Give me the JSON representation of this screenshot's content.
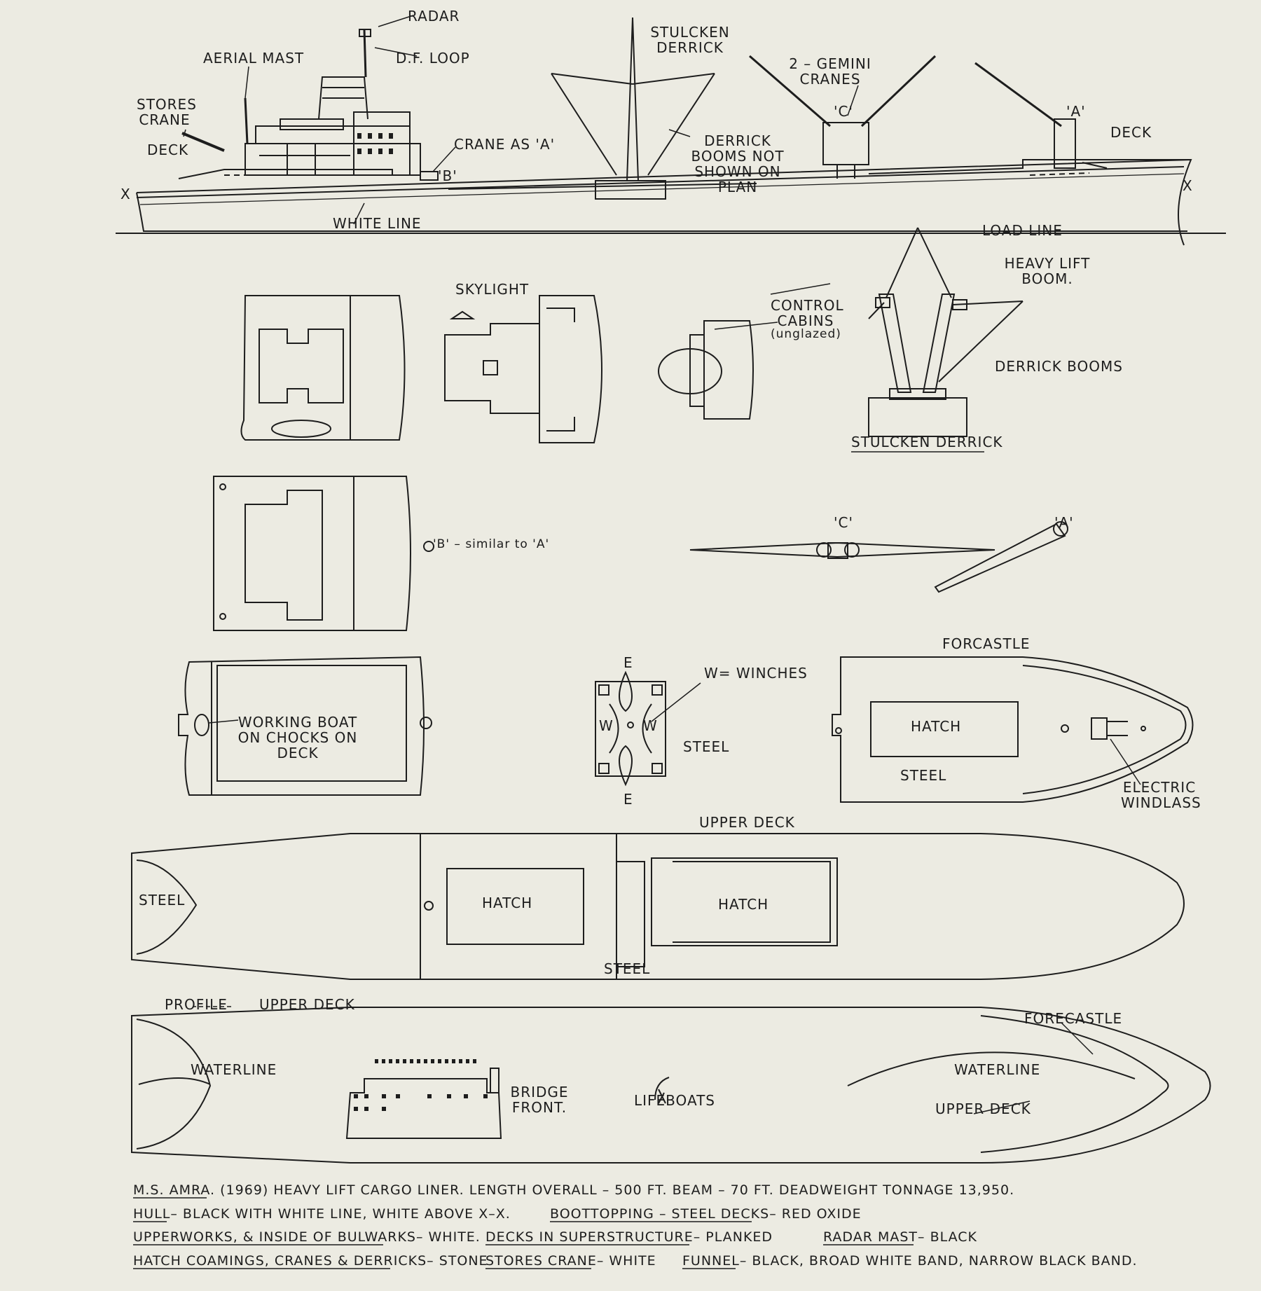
{
  "profile": {
    "radar": "RADAR",
    "df_loop": "D.F. LOOP",
    "aerial_mast": "AERIAL MAST",
    "stores_crane": "STORES CRANE",
    "deck_aft": "DECK",
    "crane_as_a": "CRANE AS 'A'",
    "b_marker": "'B'",
    "stulcken_derrick": "STULCKEN DERRICK",
    "derrick_booms_not_shown": "DERRICK BOOMS NOT SHOWN ON PLAN",
    "gemini_cranes": "2 – GEMINI CRANES",
    "c_marker": "'C'",
    "a_marker": "'A'",
    "deck_fwd": "DECK",
    "x_left": "X",
    "x_right": "X",
    "white_line": "WHITE LINE",
    "load_line": "LOAD LINE"
  },
  "details": {
    "skylight": "SKYLIGHT",
    "control_cabins": "CONTROL CABINS",
    "unglazed": "(unglazed)",
    "heavy_lift_boom": "HEAVY LIFT BOOM.",
    "derrick_booms": "DERRICK BOOMS",
    "stulcken_derrick_title": "STULCKEN DERRICK",
    "b_similar": "'B' – similar to 'A'",
    "c_label": "'C'",
    "a_label": "'A'",
    "working_boat": "WORKING BOAT ON CHOCKS ON DECK",
    "e_top": "E",
    "e_bottom": "E",
    "w_left": "W",
    "w_right": "W",
    "w_winches": "W= WINCHES",
    "steel_winch": "STEEL",
    "forcastle": "FORCASTLE",
    "hatch_fwd": "HATCH",
    "steel_fwd": "STEEL",
    "electric_windlass": "ELECTRIC WINDLASS"
  },
  "upper_deck_plan": {
    "title": "UPPER DECK",
    "steel_aft": "STEEL",
    "hatch_1": "HATCH",
    "hatch_2": "HATCH",
    "steel_mid": "STEEL"
  },
  "waterline_plan": {
    "profile": "PROFILE",
    "upper_deck_aft": "UPPER DECK",
    "waterline_aft": "WATERLINE",
    "bridge_front": "BRIDGE FRONT.",
    "lifeboats": "LIFEBOATS",
    "forecastle": "FORECASTLE",
    "waterline_fwd": "WATERLINE",
    "upper_deck_fwd": "UPPER DECK"
  },
  "caption": {
    "line1": "M.S. AMRA. (1969) HEAVY LIFT CARGO LINER.   LENGTH OVERALL – 500 FT.   BEAM – 70 FT.   DEADWEIGHT TONNAGE 13,950.",
    "hull_key": "HULL",
    "hull_val": " – BLACK WITH WHITE LINE, WHITE ABOVE X–X.",
    "boottopping_key": "BOOTTOPPING – STEEL DECKS",
    "boottopping_val": " – RED OXIDE",
    "upperworks_key": "UPPERWORKS, & INSIDE OF BULWARKS",
    "upperworks_val": " – WHITE.",
    "decks_key": "DECKS IN SUPERSTRUCTURE",
    "decks_val": " – PLANKED",
    "radar_key": "RADAR MAST",
    "radar_val": " – BLACK",
    "hatch_key": "HATCH COAMINGS, CRANES & DERRICKS",
    "hatch_val": " – STONE",
    "stores_key": "STORES CRANE",
    "stores_val": " – WHITE",
    "funnel_key": "FUNNEL",
    "funnel_val": " – BLACK, BROAD WHITE BAND, NARROW BLACK BAND."
  },
  "colors": {
    "paper": "#ecebe2",
    "ink": "#1d1d1d"
  }
}
